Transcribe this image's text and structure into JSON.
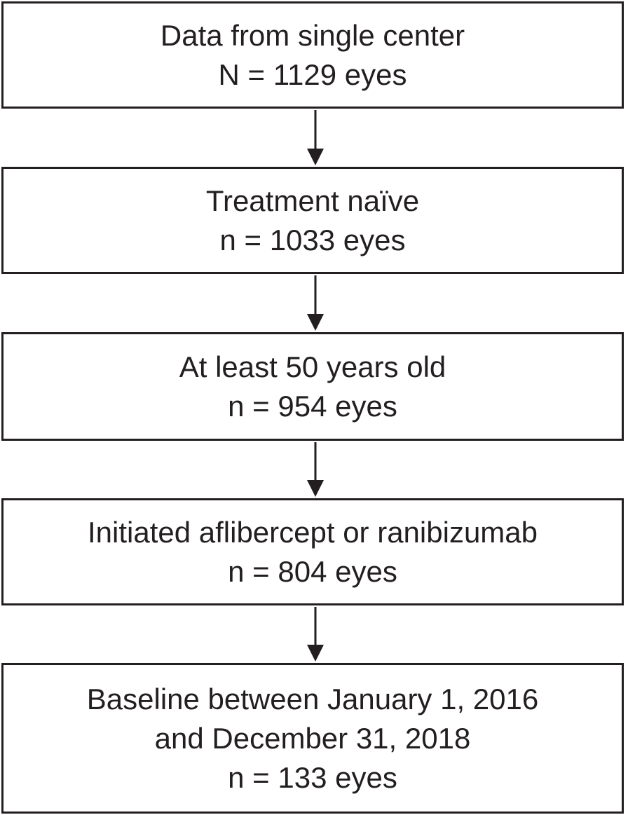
{
  "flowchart": {
    "steps": [
      {
        "label": "Data from single center",
        "count": "N = 1129 eyes"
      },
      {
        "label": "Treatment naïve",
        "count": "n = 1033 eyes"
      },
      {
        "label": "At least 50 years old",
        "count": "n = 954 eyes"
      },
      {
        "label": "Initiated aflibercept or ranibizumab",
        "count": "n = 804 eyes"
      },
      {
        "label": "Baseline between January 1, 2016",
        "label_line2": "and December 31, 2018",
        "count": "n = 133 eyes"
      }
    ]
  }
}
